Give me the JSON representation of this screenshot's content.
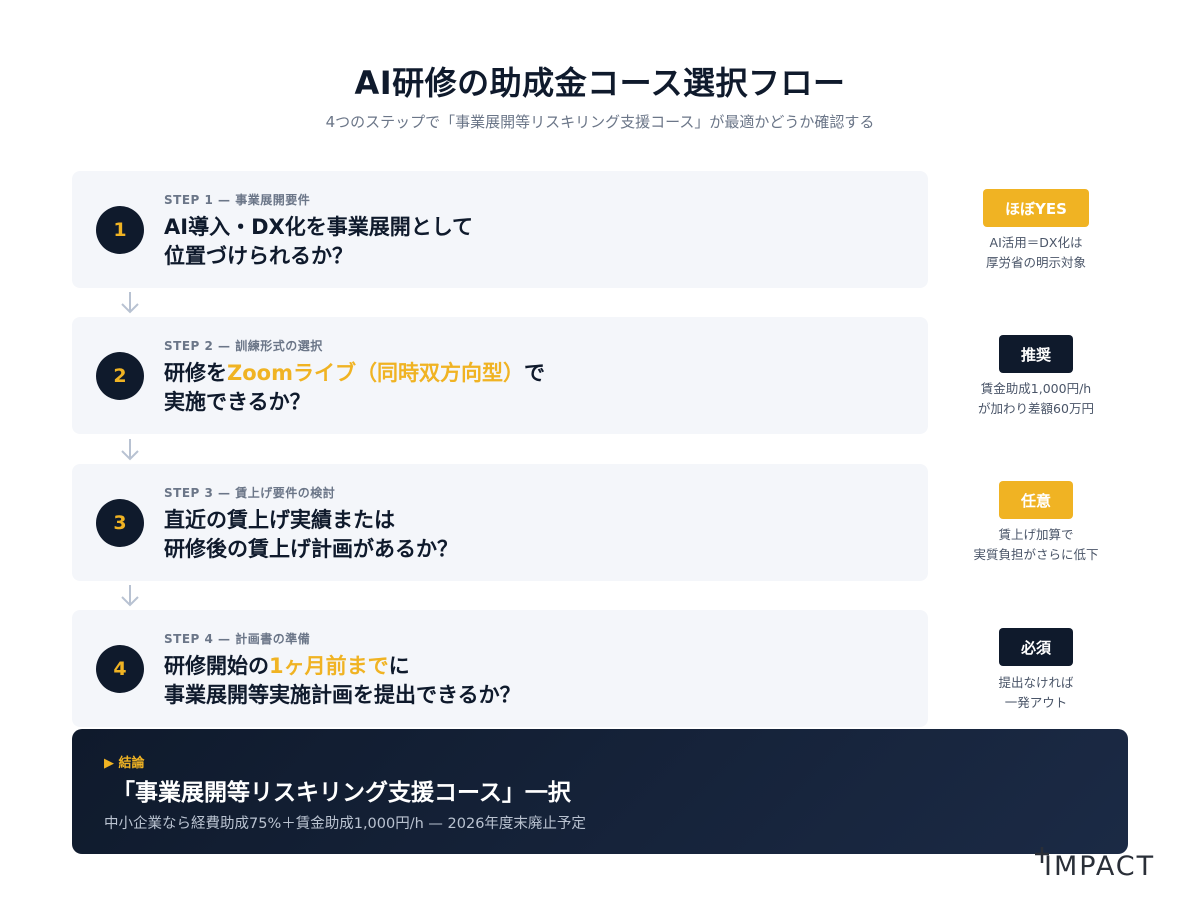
{
  "header": {
    "title": "AI研修の助成金コース選択フロー",
    "subtitle": "4つのステップで「事業展開等リスキリング支援コース」が最適かどうか確認する"
  },
  "steps": [
    {
      "number": "1",
      "eyebrow": "STEP 1 — 事業展開要件",
      "q_line1": "AI導入・DX化を事業展開として",
      "q_line2": "位置づけられるか？",
      "tag": "ほぼYES",
      "note_line1": "AI活用＝DX化は",
      "note_line2": "厚労省の明示対象"
    },
    {
      "number": "2",
      "eyebrow": "STEP 2 — 訓練形式の選択",
      "q_pre": "研修を",
      "q_highlight": "Zoomライブ（同時双方向型）",
      "q_post": "で",
      "q_line2": "実施できるか？",
      "tag": "推奨",
      "note_line1": "賃金助成1,000円/h",
      "note_line2": "が加わり差額60万円"
    },
    {
      "number": "3",
      "eyebrow": "STEP 3 — 賃上げ要件の検討",
      "q_line1": "直近の賃上げ実績または",
      "q_line2": "研修後の賃上げ計画があるか？",
      "tag": "任意",
      "note_line1": "賃上げ加算で",
      "note_line2": "実質負担がさらに低下"
    },
    {
      "number": "4",
      "eyebrow": "STEP 4 — 計画書の準備",
      "q_pre": "研修開始の",
      "q_highlight": "1ヶ月前まで",
      "q_post": "に",
      "q_line2": "事業展開等実施計画を提出できるか？",
      "tag": "必須",
      "note_line1": "提出なければ",
      "note_line2": "一発アウト"
    }
  ],
  "conclusion": {
    "label": "▶ 結論",
    "main": "「事業展開等リスキリング支援コース」一択",
    "sub": "中小企業なら経費助成75%＋賃金助成1,000円/h — 2026年度末廃止予定"
  },
  "logo": {
    "text": "IMPACT"
  },
  "colors": {
    "navy": "#0f1a2c",
    "accent": "#f0b323",
    "card": "#f4f6fa",
    "muted": "#6b7688"
  },
  "icons": {
    "flow_arrow": "arrow-down-icon",
    "logo_mark": "plus-icon"
  }
}
